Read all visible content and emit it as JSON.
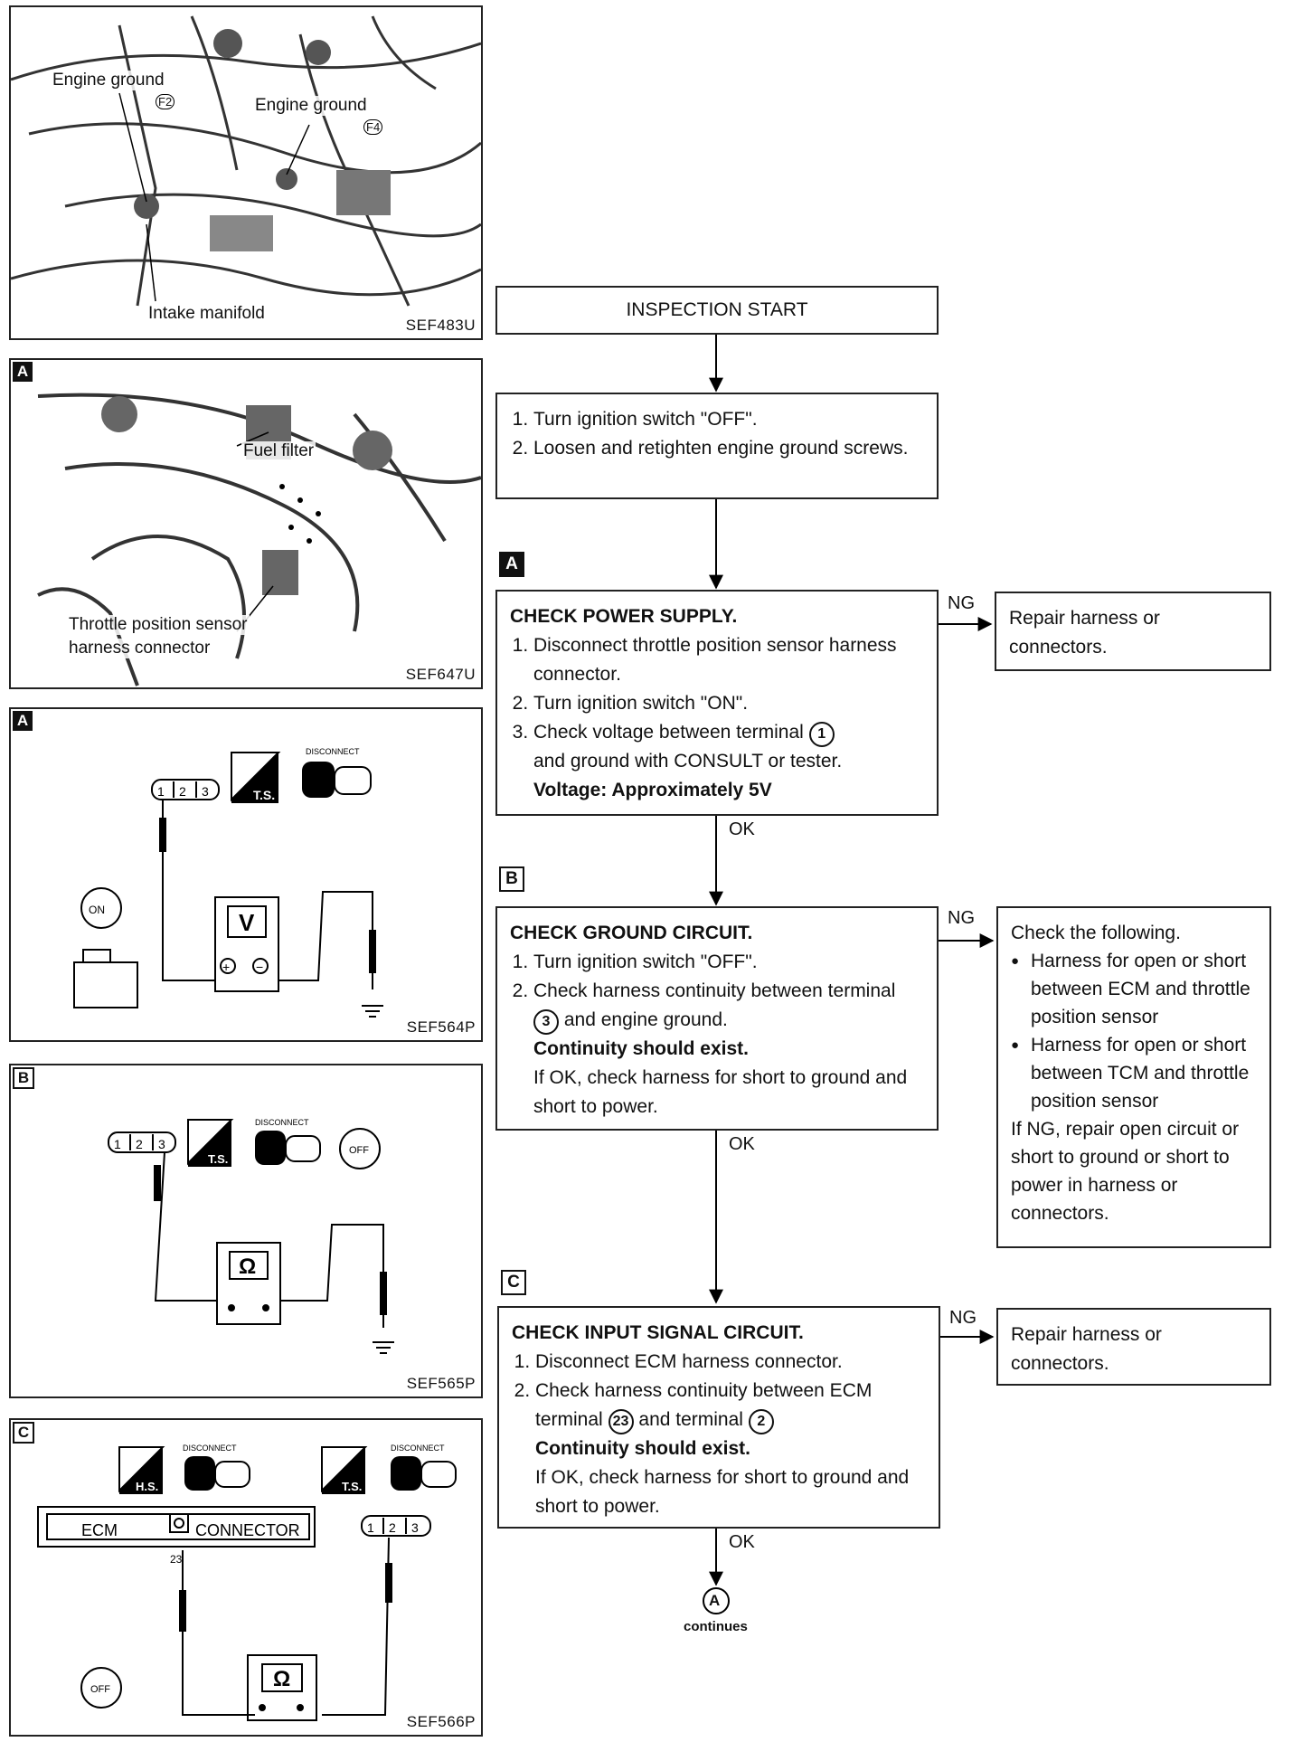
{
  "figures": {
    "fig1": {
      "code": "SEF483U",
      "labels": [
        "Engine ground",
        "F2",
        "Engine ground",
        "F4",
        "Intake manifold"
      ]
    },
    "fig2": {
      "tag": "A",
      "code": "SEF647U",
      "labels": [
        "Fuel filter",
        "Throttle position sensor",
        "harness connector"
      ]
    },
    "fig3": {
      "tag": "A",
      "code": "SEF564P",
      "terminals": [
        "1",
        "2",
        "3"
      ],
      "disconnect": "DISCONNECT",
      "ts": "T.S.",
      "meter": "V",
      "key": "ON"
    },
    "fig4": {
      "tag": "B",
      "code": "SEF565P",
      "terminals": [
        "1",
        "2",
        "3"
      ],
      "disconnect": "DISCONNECT",
      "ts": "T.S.",
      "meter": "Ω",
      "key": "OFF"
    },
    "fig5": {
      "tag": "C",
      "code": "SEF566P",
      "terminals": [
        "1",
        "2",
        "3"
      ],
      "disconnect1": "DISCONNECT",
      "disconnect2": "DISCONNECT",
      "hs": "H.S.",
      "ts": "T.S.",
      "ecm": "ECM",
      "connector": "CONNECTOR",
      "pin": "23",
      "meter": "Ω",
      "key": "OFF"
    }
  },
  "flow": {
    "start": "INSPECTION START",
    "step0": {
      "lines": [
        "Turn ignition switch \"OFF\".",
        "Loosen and retighten engine ground screws."
      ]
    },
    "stepA": {
      "tag": "A",
      "title": "CHECK POWER SUPPLY.",
      "items": [
        "Disconnect throttle position sensor harness connector.",
        "Turn ignition switch \"ON\".",
        "Check voltage between terminal",
        "and ground with CONSULT or tester."
      ],
      "terminal": "1",
      "result": "Voltage: Approximately 5V",
      "ng": "NG",
      "ng_action": "Repair harness or connectors.",
      "ok": "OK"
    },
    "stepB": {
      "tag": "B",
      "title": "CHECK GROUND CIRCUIT.",
      "item1": "Turn ignition switch \"OFF\".",
      "item2a": "Check harness continuity between terminal",
      "terminal": "3",
      "item2b": "and engine ground.",
      "result": "Continuity should exist.",
      "note": "If OK, check harness for short to ground and short to power.",
      "ng": "NG",
      "ng_title": "Check the following.",
      "ng_bullets": [
        "Harness for open or short between ECM and throttle position sensor",
        "Harness for open or short between TCM and throttle position sensor"
      ],
      "ng_note": "If NG, repair open circuit or short to ground or short to power in harness or connectors.",
      "ok": "OK"
    },
    "stepC": {
      "tag": "C",
      "title": "CHECK INPUT SIGNAL CIRCUIT.",
      "item1": "Disconnect ECM harness connector.",
      "item2a": "Check harness continuity between ECM terminal",
      "terminal_a": "23",
      "item2b": "and terminal",
      "terminal_b": "2",
      "result": "Continuity should exist.",
      "note": "If OK, check harness for short to ground and short to power.",
      "ng": "NG",
      "ng_action": "Repair harness or connectors.",
      "ok": "OK"
    },
    "continues": {
      "symbol": "A",
      "label": "continues"
    }
  }
}
